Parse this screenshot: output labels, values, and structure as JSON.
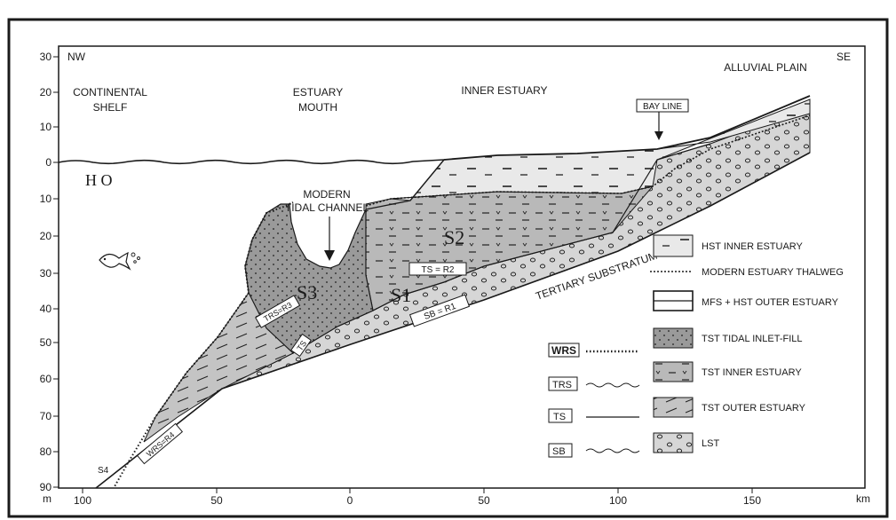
{
  "axes": {
    "y_ticks": [
      "30",
      "20",
      "10",
      "0",
      "10",
      "20",
      "30",
      "40",
      "50",
      "60",
      "70",
      "80",
      "90"
    ],
    "y_unit": "m",
    "x_ticks": [
      "100",
      "50",
      "0",
      "50",
      "100",
      "150"
    ],
    "x_unit": "km"
  },
  "corners": {
    "left": "NW",
    "right": "SE"
  },
  "regions": {
    "continental_shelf": [
      "CONTINENTAL",
      "SHELF"
    ],
    "estuary_mouth": [
      "ESTUARY",
      "MOUTH"
    ],
    "inner_estuary": "INNER ESTUARY",
    "alluvial_plain": "ALLUVIAL PLAIN"
  },
  "labels": {
    "sea": "H O",
    "tidal_channel": [
      "MODERN",
      "TIDAL CHANNEL"
    ],
    "bay_line": "BAY LINE",
    "tertiary": "TERTIARY SUBSTRATUM",
    "s1": "S1",
    "s2": "S2",
    "s3": "S3",
    "s4": "S4",
    "ts_r2": "TS = R2",
    "sb_r1": "SB = R1",
    "trs_r3": "TRS=R3",
    "ts": "TS",
    "wrs_r4": "WRS=R4"
  },
  "surface_key": [
    {
      "label": "WRS",
      "style": "dots"
    },
    {
      "label": "TRS",
      "style": "wavy"
    },
    {
      "label": "TS",
      "style": "line"
    },
    {
      "label": "SB",
      "style": "wavy"
    }
  ],
  "legend": [
    {
      "label": "HST INNER ESTUARY",
      "pattern": "hst-inner"
    },
    {
      "label": "MODERN ESTUARY THALWEG",
      "pattern": "thalweg"
    },
    {
      "label": "MFS + HST OUTER ESTUARY",
      "pattern": "mfs"
    },
    {
      "label": "TST TIDAL INLET-FILL",
      "pattern": "tidal-fill"
    },
    {
      "label": "TST INNER ESTUARY",
      "pattern": "tst-inner"
    },
    {
      "label": "TST OUTER ESTUARY",
      "pattern": "tst-outer"
    },
    {
      "label": "LST",
      "pattern": "lst"
    }
  ]
}
